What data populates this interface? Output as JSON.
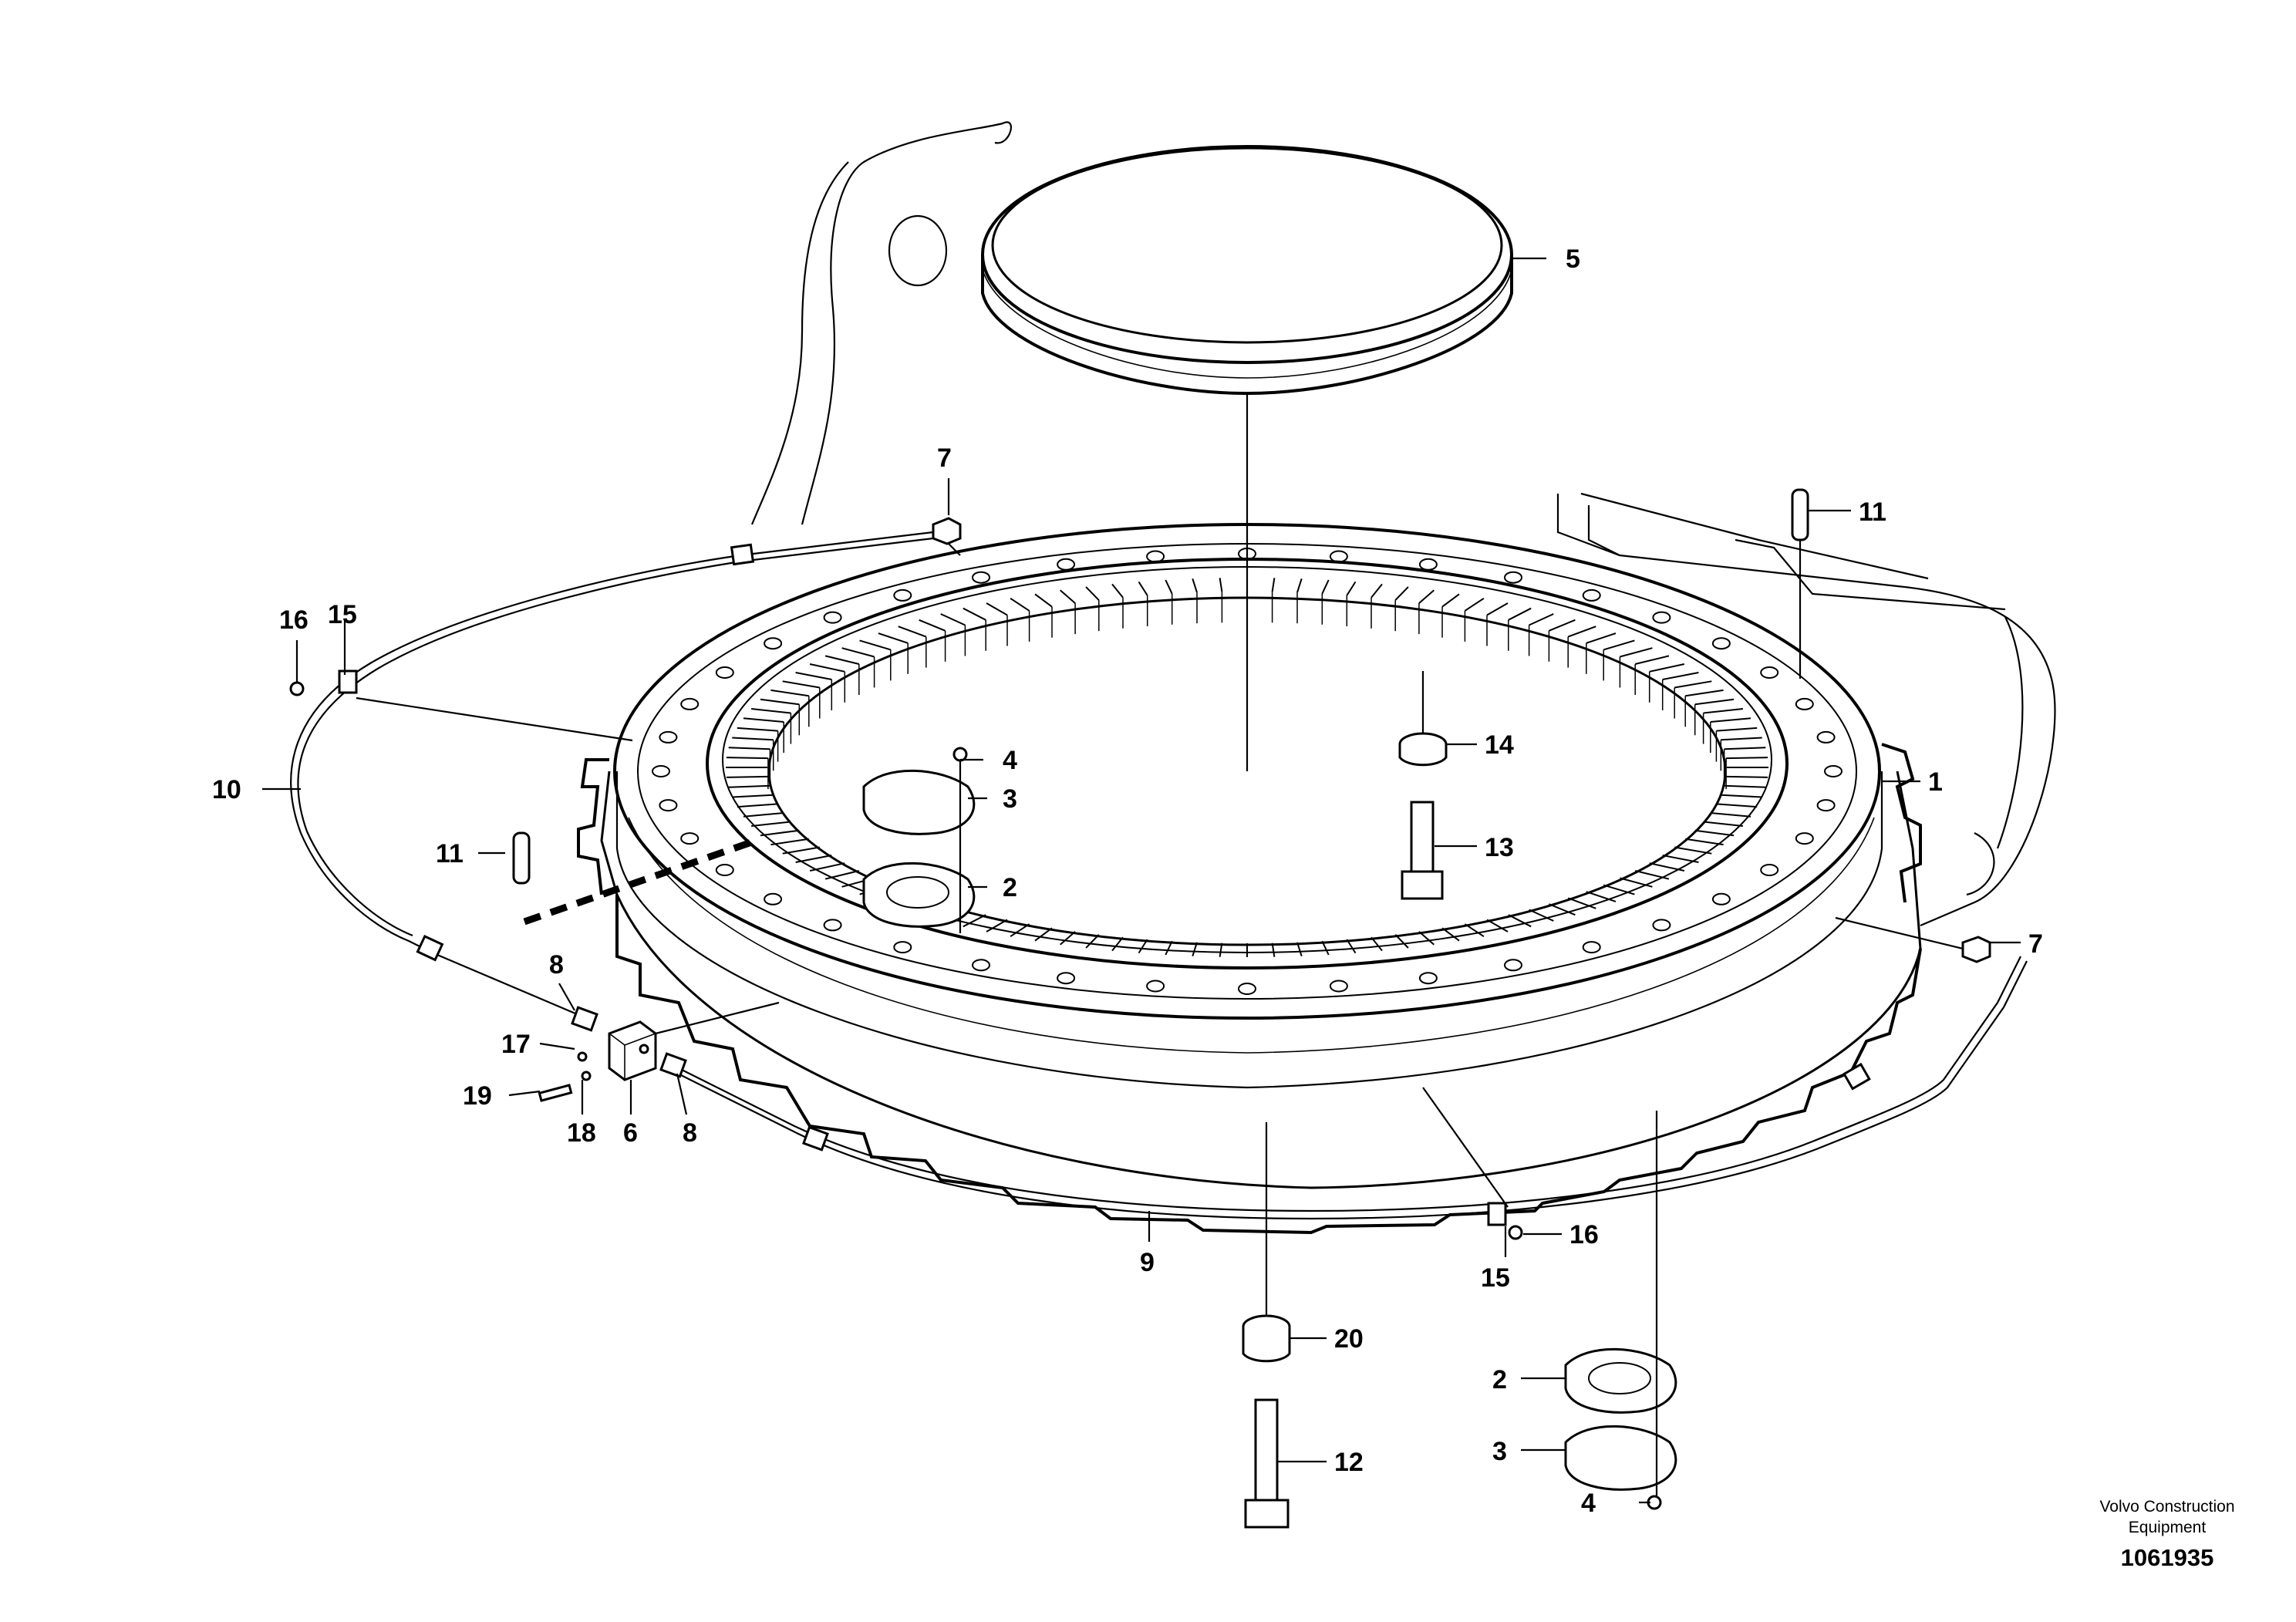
{
  "labels": [
    {
      "id": "p5",
      "text": "5"
    },
    {
      "id": "p7a",
      "text": "7"
    },
    {
      "id": "p11a",
      "text": "11"
    },
    {
      "id": "p16a",
      "text": "16"
    },
    {
      "id": "p15a",
      "text": "15"
    },
    {
      "id": "p10",
      "text": "10"
    },
    {
      "id": "p4a",
      "text": "4"
    },
    {
      "id": "p3a",
      "text": "3"
    },
    {
      "id": "p14",
      "text": "14"
    },
    {
      "id": "p1",
      "text": "1"
    },
    {
      "id": "p11b",
      "text": "11"
    },
    {
      "id": "p13",
      "text": "13"
    },
    {
      "id": "p2a",
      "text": "2"
    },
    {
      "id": "p7b",
      "text": "7"
    },
    {
      "id": "p8a",
      "text": "8"
    },
    {
      "id": "p17",
      "text": "17"
    },
    {
      "id": "p19",
      "text": "19"
    },
    {
      "id": "p18",
      "text": "18"
    },
    {
      "id": "p6",
      "text": "6"
    },
    {
      "id": "p8b",
      "text": "8"
    },
    {
      "id": "p16b",
      "text": "16"
    },
    {
      "id": "p9",
      "text": "9"
    },
    {
      "id": "p15b",
      "text": "15"
    },
    {
      "id": "p20",
      "text": "20"
    },
    {
      "id": "p2b",
      "text": "2"
    },
    {
      "id": "p3b",
      "text": "3"
    },
    {
      "id": "p12",
      "text": "12"
    },
    {
      "id": "p4b",
      "text": "4"
    }
  ],
  "brand": {
    "line1": "Volvo Construction",
    "line2": "Equipment"
  },
  "document_number": "1061935"
}
